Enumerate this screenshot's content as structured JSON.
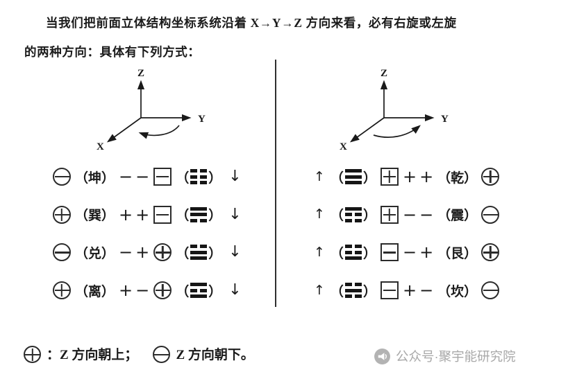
{
  "title": {
    "line1": "当我们把前面立体结构坐标系统沿着 X→Y→Z 方向来看，必有右旋或左旋",
    "line2": "的两种方向：具体有下列方式："
  },
  "diagram": {
    "x_label": "X",
    "y_label": "Y",
    "z_label": "Z"
  },
  "punct": {
    "open": "（",
    "close": "）"
  },
  "left_rows": [
    {
      "z_sign": "−",
      "name": "坤",
      "pair": "−−",
      "third": {
        "shape": "square",
        "sign": "−"
      },
      "trigram": [
        "broken",
        "broken",
        "broken"
      ],
      "arrow": "↓"
    },
    {
      "z_sign": "+",
      "name": "巽",
      "pair": "++",
      "third": {
        "shape": "square",
        "sign": "−"
      },
      "trigram": [
        "solid",
        "solid",
        "broken"
      ],
      "arrow": "↓"
    },
    {
      "z_sign": "−",
      "name": "兑",
      "pair": "−+",
      "third": {
        "shape": "circle",
        "sign": "+"
      },
      "trigram": [
        "broken",
        "solid",
        "solid"
      ],
      "arrow": "↓"
    },
    {
      "z_sign": "+",
      "name": "离",
      "pair": "+−",
      "third": {
        "shape": "circle",
        "sign": "+"
      },
      "trigram": [
        "solid",
        "broken",
        "solid"
      ],
      "arrow": "↓"
    }
  ],
  "right_rows": [
    {
      "arrow": "↑",
      "trigram": [
        "solid",
        "solid",
        "solid"
      ],
      "first": {
        "shape": "square",
        "sign": "+"
      },
      "pair": "++",
      "name": "乾",
      "z_sign": "+"
    },
    {
      "arrow": "↑",
      "trigram": [
        "solid",
        "broken",
        "broken"
      ],
      "first": {
        "shape": "square",
        "sign": "+"
      },
      "pair": "−−",
      "name": "震",
      "z_sign": "−"
    },
    {
      "arrow": "↑",
      "trigram": [
        "broken",
        "broken",
        "solid"
      ],
      "first": {
        "shape": "square",
        "sign": "−"
      },
      "pair": "−+",
      "name": "艮",
      "z_sign": "+"
    },
    {
      "arrow": "↑",
      "trigram": [
        "broken",
        "solid",
        "broken"
      ],
      "first": {
        "shape": "square",
        "sign": "−"
      },
      "pair": "+−",
      "name": "坎",
      "z_sign": "−"
    }
  ],
  "legend": {
    "plus_sign": "+",
    "plus_text": "：Z 方向朝上；",
    "minus_sign": "−",
    "minus_text": "Z 方向朝下。"
  },
  "watermark": {
    "text": "公众号·聚宇能研究院"
  },
  "colors": {
    "text": "#1b1b1b",
    "stroke": "#2b2b2b",
    "watermark": "#a9a9a9"
  }
}
